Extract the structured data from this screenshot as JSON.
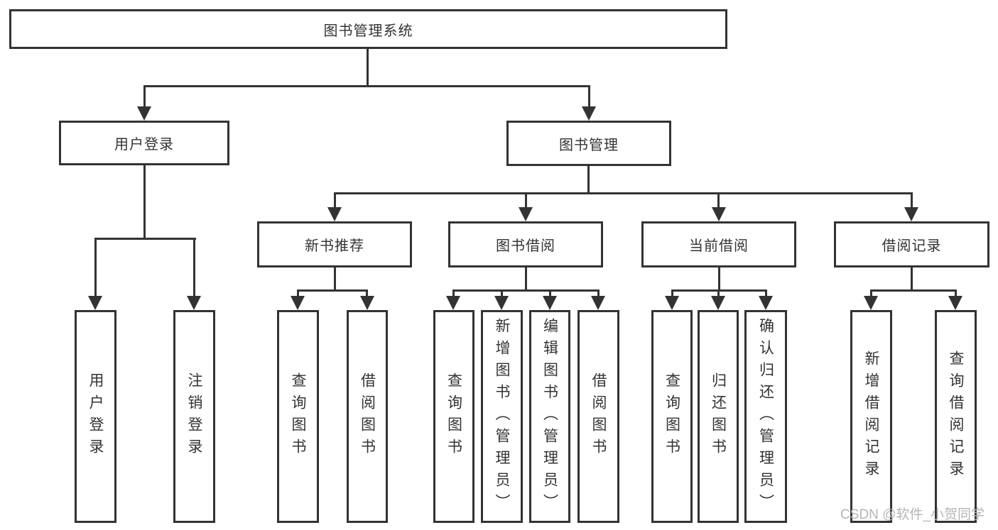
{
  "diagram": {
    "root": {
      "label": "图书管理系统"
    },
    "level2": [
      {
        "label": "用户登录"
      },
      {
        "label": "图书管理"
      }
    ],
    "level3": [
      {
        "parent": "图书管理",
        "label": "新书推荐"
      },
      {
        "parent": "图书管理",
        "label": "图书借阅"
      },
      {
        "parent": "图书管理",
        "label": "当前借阅"
      },
      {
        "parent": "图书管理",
        "label": "借阅记录"
      }
    ],
    "leaves": [
      {
        "parent": "用户登录",
        "label": "用户登录"
      },
      {
        "parent": "用户登录",
        "label": "注销登录"
      },
      {
        "parent": "新书推荐",
        "label": "查询图书"
      },
      {
        "parent": "新书推荐",
        "label": "借阅图书"
      },
      {
        "parent": "图书借阅",
        "label": "查询图书"
      },
      {
        "parent": "图书借阅",
        "label": "新增图书（管理员）"
      },
      {
        "parent": "图书借阅",
        "label": "编辑图书（管理员）"
      },
      {
        "parent": "图书借阅",
        "label": "借阅图书"
      },
      {
        "parent": "当前借阅",
        "label": "查询图书"
      },
      {
        "parent": "当前借阅",
        "label": "归还图书"
      },
      {
        "parent": "当前借阅",
        "label": "确认归还（管理员）"
      },
      {
        "parent": "借阅记录",
        "label": "新增借阅记录"
      },
      {
        "parent": "借阅记录",
        "label": "查询借阅记录"
      }
    ]
  },
  "watermark": "CSDN @软件_小贺同学",
  "colors": {
    "line": "#333333",
    "text": "#333333",
    "background": "#ffffff",
    "watermark": "#b5b5b5"
  }
}
